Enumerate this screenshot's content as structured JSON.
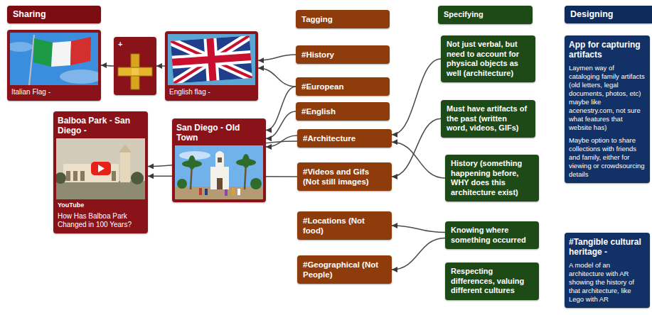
{
  "diagram": {
    "nodes": [
      {
        "text": [
          "Sharing"
        ]
      },
      {
        "text": [
          "Italian Flag -"
        ]
      },
      {
        "text": [
          "+"
        ]
      },
      {
        "text": [
          "English flag -"
        ]
      },
      {
        "text": [
          "Balboa Park - San Diego -",
          "YouTube",
          "How Has Balboa Park Changed in 100 Years?"
        ]
      },
      {
        "text": [
          "San Diego - Old Town"
        ]
      },
      {
        "text": [
          "Tagging"
        ]
      },
      {
        "text": [
          "#History"
        ]
      },
      {
        "text": [
          "#European"
        ]
      },
      {
        "text": [
          "#English"
        ]
      },
      {
        "text": [
          "#Architecture"
        ]
      },
      {
        "text": [
          "#Videos and Gifs (Not still images)"
        ]
      },
      {
        "text": [
          "#Locations (Not food)"
        ]
      },
      {
        "text": [
          "#Geographical (Not People)"
        ]
      },
      {
        "text": [
          "Specifying"
        ]
      },
      {
        "text": [
          "Not just verbal, but need to account for physical objects as well (architecture)"
        ]
      },
      {
        "text": [
          "Must have artifacts of the past (written word, videos, GIFs)"
        ]
      },
      {
        "text": [
          "History (something happening before, WHY does this architecture exist)"
        ]
      },
      {
        "text": [
          "Knowing where something occurred"
        ]
      },
      {
        "text": [
          "Respecting differences, valuing different cultures"
        ]
      },
      {
        "text": [
          "Designing"
        ]
      },
      {
        "text": [
          "App for capturing artifacts",
          "Laymen way of cataloging family artifacts (old letters, legal documents, photos, etc) maybe like acenestry.com, not sure what features that website has)",
          "Maybe option to share collections with friends and family, either for viewing or crowdsourcing details"
        ]
      },
      {
        "text": [
          "#Tangible cultural heritage -",
          "A model of an architecture with AR showing the history of that architecture, like Lego with AR"
        ]
      }
    ],
    "edges": [
      {
        "from": 2,
        "to": 1,
        "arrow": "to"
      },
      {
        "from": 3,
        "to": 2,
        "arrow": "to"
      },
      {
        "from": 7,
        "to": 3,
        "arrow": "to"
      },
      {
        "from": 8,
        "to": 3,
        "arrow": "to"
      },
      {
        "from": 8,
        "to": 5,
        "arrow": "to"
      },
      {
        "from": 9,
        "to": 5,
        "arrow": "to"
      },
      {
        "from": 10,
        "to": 5,
        "arrow": "to"
      },
      {
        "from": 10,
        "to": 4,
        "arrow": "to"
      },
      {
        "from": 11,
        "to": 4,
        "arrow": "to"
      },
      {
        "from": 15,
        "to": 10,
        "arrow": "to"
      },
      {
        "from": 16,
        "to": 11,
        "arrow": "to"
      },
      {
        "from": 17,
        "to": 10,
        "arrow": "to"
      },
      {
        "from": 18,
        "to": 12,
        "arrow": "to"
      },
      {
        "from": 18,
        "to": 13,
        "arrow": "to"
      }
    ]
  }
}
